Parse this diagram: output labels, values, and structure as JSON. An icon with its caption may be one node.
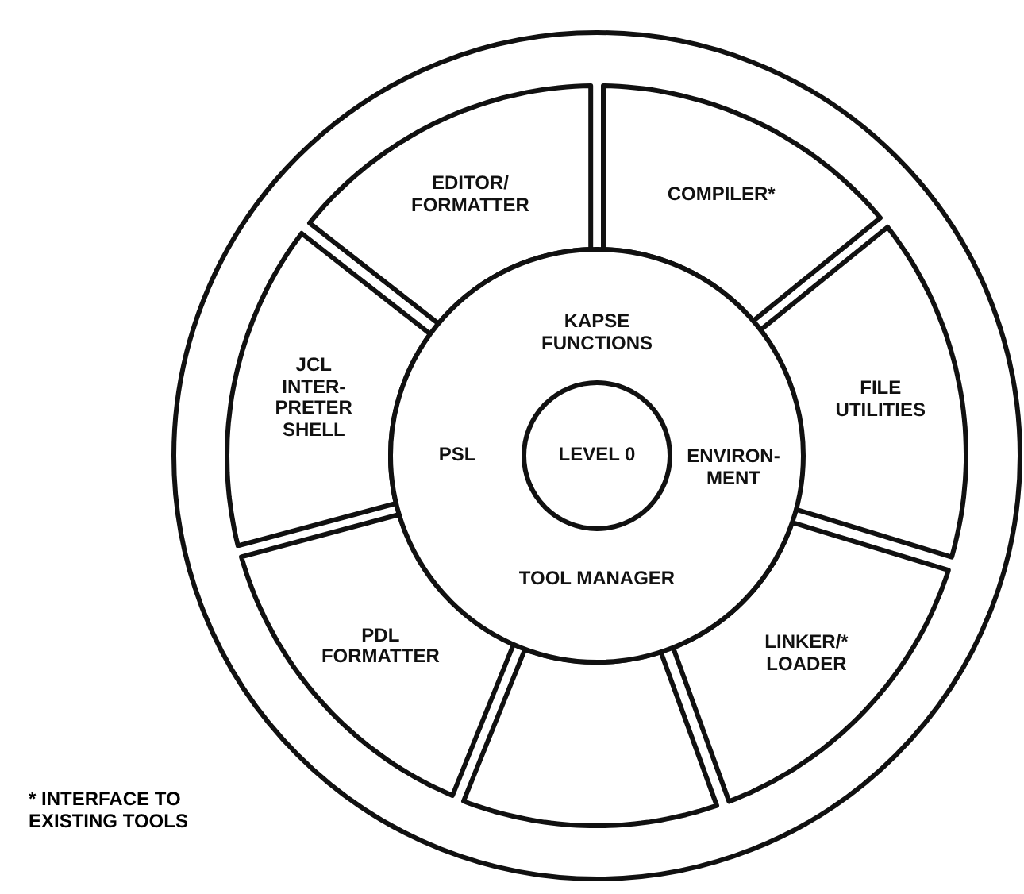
{
  "diagram": {
    "nodes": [
      {
        "text": [],
        "shape": "circle"
      },
      {
        "text": [
          "EDITOR/ FORMATTER"
        ],
        "in": 0
      },
      {
        "text": [
          "COMPILER*"
        ],
        "in": 0
      },
      {
        "text": [
          "JCL INTER- PRETER SHELL"
        ],
        "in": 0
      },
      {
        "text": [
          "KAPSE FUNCTIONS",
          "PSL",
          "ENVIRON- MENT",
          "TOOL MANAGER"
        ],
        "in": 0
      },
      {
        "text": [
          "LEVEL 0"
        ],
        "in": 4
      },
      {
        "text": [
          "FILE UTILITIES"
        ],
        "in": 0
      },
      {
        "text": [
          "PDL FORMATTER"
        ],
        "in": 0
      },
      {
        "text": [],
        "shape": "box",
        "in": 0
      },
      {
        "text": [
          "LINKER/* LOADER"
        ],
        "in": 0
      }
    ],
    "labels": [
      "* INTERFACE TO EXISTING TOOLS"
    ]
  }
}
